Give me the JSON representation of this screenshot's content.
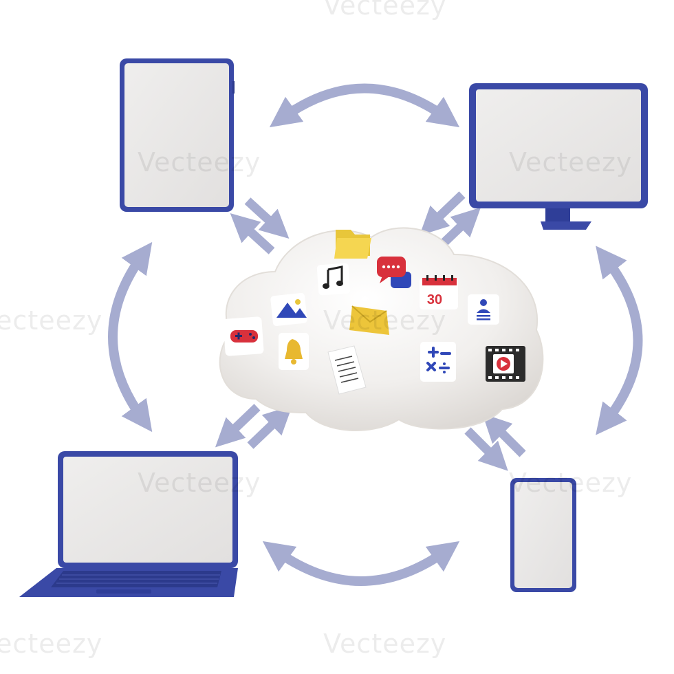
{
  "watermark": {
    "text": "Vecteezy",
    "mark": "V"
  },
  "colors": {
    "device_blue": "#3a49a6",
    "device_blue_dark": "#2c3a8c",
    "screen": "#e9e7e6",
    "arrow": "#a6acd0",
    "cloud": "#f2f0ee"
  },
  "cloud_icons": [
    "folder-icon",
    "chat-icon",
    "music-icon",
    "calendar-icon",
    "image-icon",
    "envelope-icon",
    "user-icon",
    "gamepad-icon",
    "bell-icon",
    "document-icon",
    "calculator-icon",
    "video-icon"
  ],
  "calendar_day": "30",
  "devices": [
    "tablet",
    "monitor",
    "laptop",
    "phone"
  ]
}
